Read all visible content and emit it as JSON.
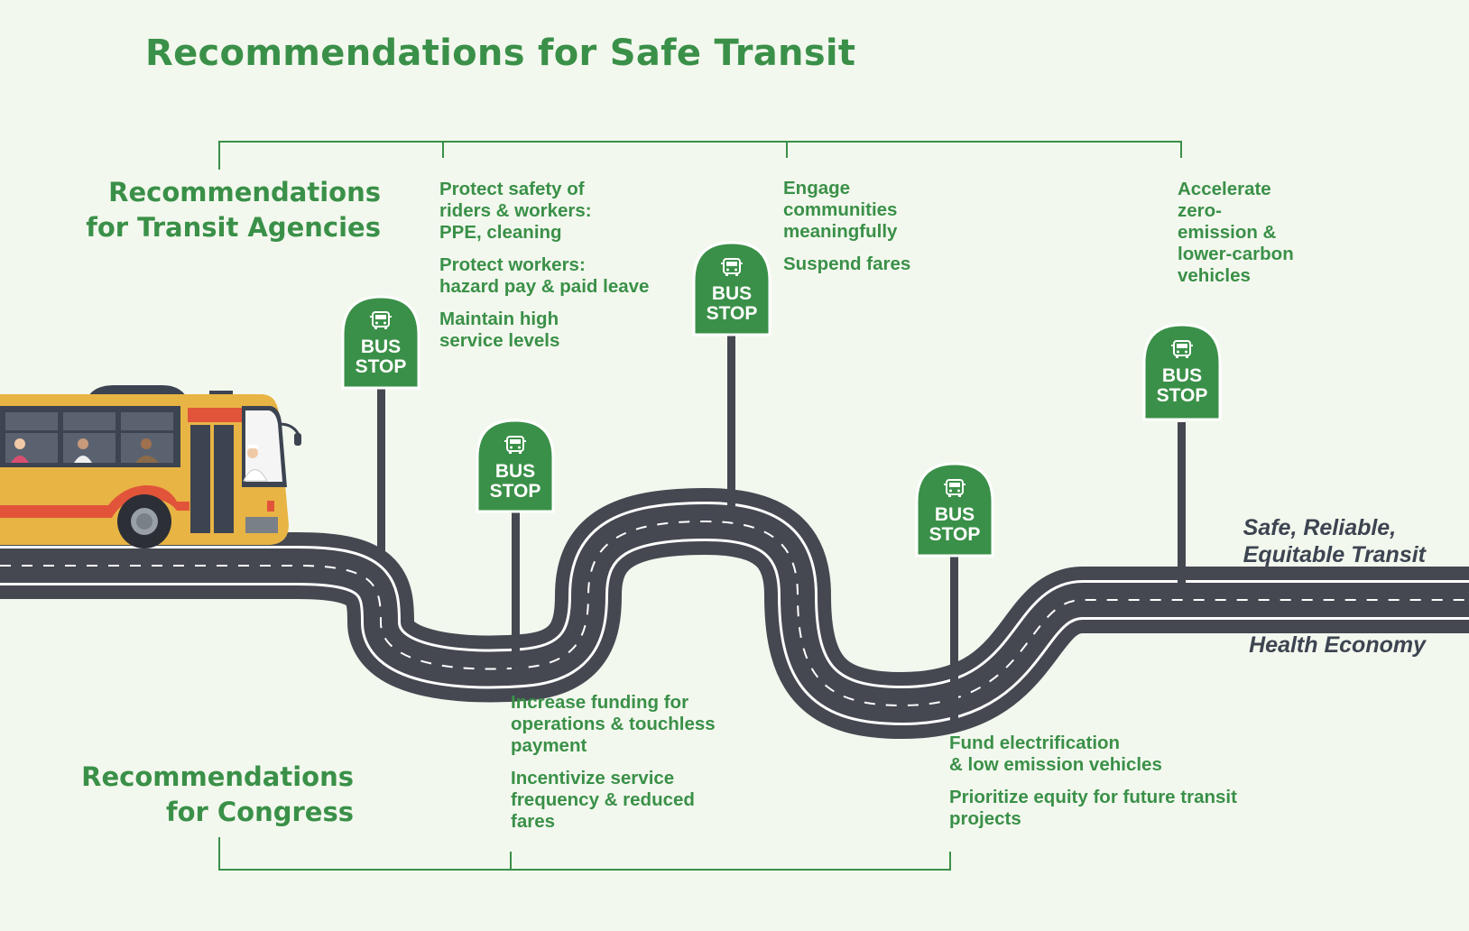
{
  "title": "Recommendations for Safe Transit",
  "groups": {
    "agencies": [
      "Recommendations",
      "for Transit Agencies"
    ],
    "congress": [
      "Recommendations",
      "for Congress"
    ]
  },
  "sign": {
    "line1": "BUS",
    "line2": "STOP"
  },
  "agency_recs": [
    [
      "Protect safety of\nriders & workers:\nPPE, cleaning",
      "Protect workers:\nhazard pay & paid leave",
      "Maintain high\nservice levels"
    ],
    [
      "Engage\ncommunities\nmeaningfully",
      "Suspend fares"
    ],
    [
      "Accelerate\nzero-\nemission &\nlower-carbon\nvehicles"
    ]
  ],
  "congress_recs": [
    [
      "Increase funding for\noperations & touchless\npayment",
      "Incentivize service\nfrequency & reduced\nfares"
    ],
    [
      "Fund electrification\n& low emission vehicles",
      "Prioritize equity for future transit\nprojects"
    ]
  ],
  "outcomes": {
    "upper": "Safe, Reliable,\nEquitable Transit",
    "lower": "Health Economy"
  },
  "icons": {
    "sign": "bus-icon"
  },
  "colors": {
    "green": "#3a9048",
    "road": "#454851",
    "background": "#f3f8ee",
    "bus_yellow": "#e8b444",
    "bus_red": "#e1543a",
    "outcome_text": "#3d4451"
  }
}
